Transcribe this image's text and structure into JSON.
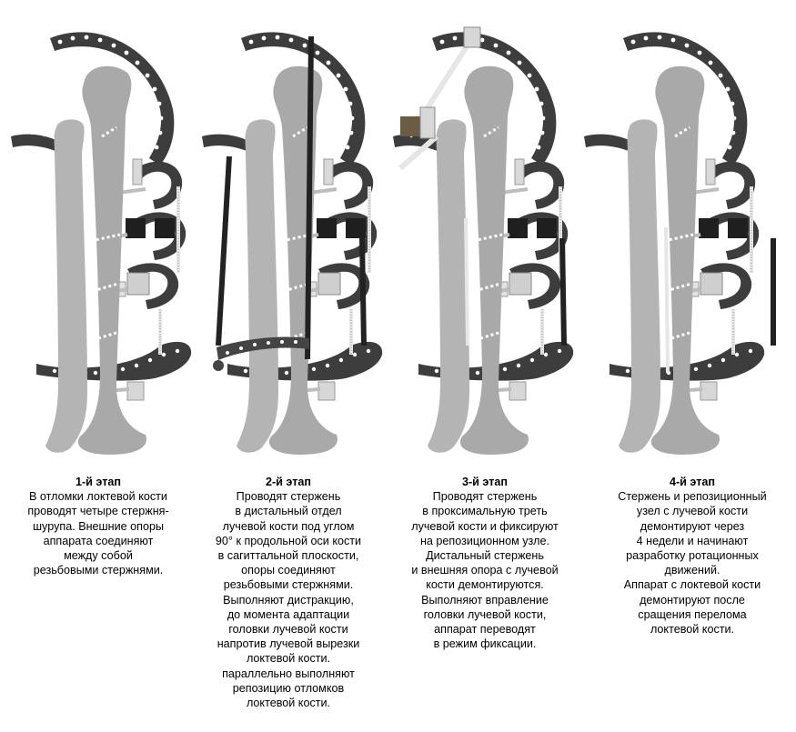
{
  "stages": [
    {
      "title": "1-й этап",
      "lines": [
        "В отломки локтевой кости",
        "проводят четыре стержня-",
        "шурупа. Внешние опоры",
        "аппарата соединяют",
        "между собой",
        "резьбовыми стержнями."
      ]
    },
    {
      "title": "2-й этап",
      "lines": [
        "Проводят стержень",
        "в дистальный отдел",
        "лучевой кости под углом",
        "90° к продольной оси кости",
        "в сагиттальной плоскости,",
        "опоры соединяют",
        "резьбовыми стержнями.",
        "Выполняют дистракцию,",
        "до момента адаптации",
        "головки лучевой кости",
        "напротив лучевой вырезки",
        "локтевой кости.",
        "параллельно выполняют",
        "репозицию отломков",
        "локтевой кости."
      ]
    },
    {
      "title": "3-й этап",
      "lines": [
        "Проводят стержень",
        "в проксимальную треть",
        "лучевой кости и фиксируют",
        "на репозиционном узле.",
        "Дистальный стержень",
        "и внешняя опора с лучевой",
        "кости демонтируются.",
        "Выполняют вправление",
        "головки лучевой кости,",
        "аппарат переводят",
        "в режим фиксации."
      ]
    },
    {
      "title": "4-й этап",
      "lines": [
        "Стержень и репозиционный",
        "узел с лучевой кости",
        "демонтируют через",
        "4 недели и начинают",
        "разработку ротационных",
        "движений.",
        "Аппарат с локтевой кости",
        "демонтируют после",
        "сращения перелома",
        "локтевой кости."
      ]
    }
  ]
}
